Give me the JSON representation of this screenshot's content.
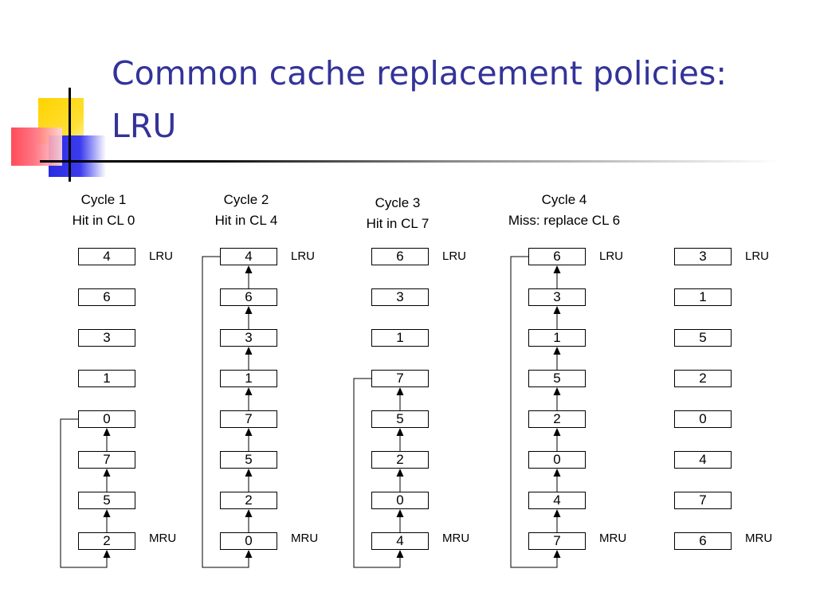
{
  "title": {
    "line1": "Common cache replacement policies:",
    "line2": "LRU"
  },
  "columns": [
    {
      "heading": [
        "Cycle 1",
        "Hit in CL 0"
      ],
      "entries": [
        "4",
        "6",
        "3",
        "1",
        "0",
        "7",
        "5",
        "2"
      ],
      "lru_label": "LRU",
      "mru_label": "MRU",
      "moved_from_row": 4
    },
    {
      "heading": [
        "Cycle 2",
        "Hit in CL 4"
      ],
      "entries": [
        "4",
        "6",
        "3",
        "1",
        "7",
        "5",
        "2",
        "0"
      ],
      "lru_label": "LRU",
      "mru_label": "MRU",
      "moved_from_row": 0
    },
    {
      "heading": [
        "Cycle 3",
        "Hit in CL 7"
      ],
      "entries": [
        "6",
        "3",
        "1",
        "7",
        "5",
        "2",
        "0",
        "4"
      ],
      "lru_label": "LRU",
      "mru_label": "MRU",
      "moved_from_row": 3
    },
    {
      "heading": [
        "Cycle 4",
        "Miss: replace CL 6"
      ],
      "entries": [
        "6",
        "3",
        "1",
        "5",
        "2",
        "0",
        "4",
        "7"
      ],
      "lru_label": "LRU",
      "mru_label": "MRU",
      "moved_from_row": 0
    },
    {
      "heading": [],
      "entries": [
        "3",
        "1",
        "5",
        "2",
        "0",
        "4",
        "7",
        "6"
      ],
      "lru_label": "LRU",
      "mru_label": "MRU",
      "moved_from_row": null
    }
  ]
}
